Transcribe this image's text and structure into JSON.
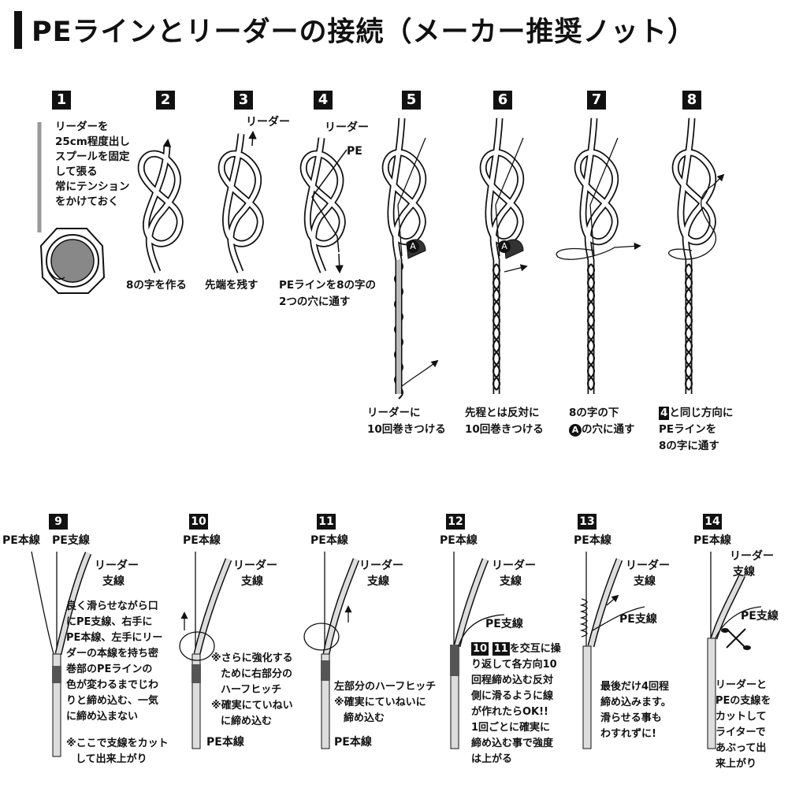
{
  "title": "PEラインとリーダーの接続（メーカー推奨ノット）",
  "steps": {
    "s1": {
      "num": "1",
      "lines": [
        "リーダーを",
        "25cm程度出し",
        "スプールを固定",
        "して張る",
        "常にテンション",
        "をかけておく"
      ]
    },
    "s2": {
      "num": "2",
      "caption": "8の字を作る"
    },
    "s3": {
      "num": "3",
      "label": "リーダー",
      "caption": "先端を残す"
    },
    "s4": {
      "num": "4",
      "label1": "リーダー",
      "label2": "PE",
      "cap1": "PEラインを8の字の",
      "cap2": "2つの穴に通す"
    },
    "s5": {
      "num": "5",
      "marker": "A",
      "cap1": "リーダーに",
      "cap2": "10回巻きつける"
    },
    "s6": {
      "num": "6",
      "marker": "A",
      "cap1": "先程とは反対に",
      "cap2": "10回巻きつける"
    },
    "s7": {
      "num": "7",
      "cap1": "8の字の下",
      "cap2_badge": "A",
      "cap2_text": "の穴に通す"
    },
    "s8": {
      "num": "8",
      "cap1_badge": "4",
      "cap1_text": "と同じ方向に",
      "cap2": "PEラインを",
      "cap3": "8の字に通す"
    },
    "s9": {
      "num": "9",
      "lab_main": "PE本線",
      "lab_branch": "PE支線",
      "lab_leader": "リーダー",
      "lab_leader2": "支線",
      "lines": [
        "良く滑らせながら口",
        "にPE支線、右手に",
        "PE本線、左手にリー",
        "ダーの本線を持ち密",
        "巻部のPEラインの",
        "色が変わるまでじわ",
        "りと締め込む、一気",
        "に締め込まない"
      ],
      "note1": "※ここで支線をカット",
      "note2": "して出来上がり"
    },
    "s10": {
      "num": "10",
      "lab_main": "PE本線",
      "lab_leader": "リーダー",
      "lab_leader2": "支線",
      "lines": [
        "※さらに強化する",
        "ために右部分の",
        "ハーフヒッチ",
        "※確実にていねい",
        "に締め込む"
      ],
      "bottom": "PE本線"
    },
    "s11": {
      "num": "11",
      "lab_main": "PE本線",
      "lab_leader": "リーダー",
      "lab_leader2": "支線",
      "lines": [
        "左部分のハーフヒッチ",
        "※確実にていねいに",
        "締め込む"
      ],
      "bottom": "PE本線"
    },
    "s12": {
      "num": "12",
      "lab_main": "PE本線",
      "lab_leader": "リーダー",
      "lab_leader2": "支線",
      "lab_pe": "PE支線",
      "badge1": "10",
      "badge2": "11",
      "line1_rest": "を交互に操",
      "lines": [
        "り返して各方向10",
        "回程締め込む反対",
        "側に滑るように線",
        "が作れたらOK!!",
        "1回ごとに確実に",
        "締め込む事で強度",
        "は上がる"
      ]
    },
    "s13": {
      "num": "13",
      "lab_main": "PE本線",
      "lab_leader": "リーダー",
      "lab_leader2": "支線",
      "lab_pe": "PE支線",
      "lines": [
        "最後だけ4回程",
        "締め込みます。",
        "滑らせる事も",
        "わすれずに!"
      ]
    },
    "s14": {
      "num": "14",
      "lab_main": "PE本線",
      "lab_leader": "リーダー",
      "lab_leader2": "支線",
      "lab_pe": "PE支線",
      "lines": [
        "リーダーと",
        "PEの支線を",
        "カットして",
        "ライターで",
        "あぶって出",
        "来上がり"
      ]
    }
  },
  "colors": {
    "ink": "#111111",
    "leader": "#b8b8b8",
    "wrap": "#9a9a9a"
  }
}
